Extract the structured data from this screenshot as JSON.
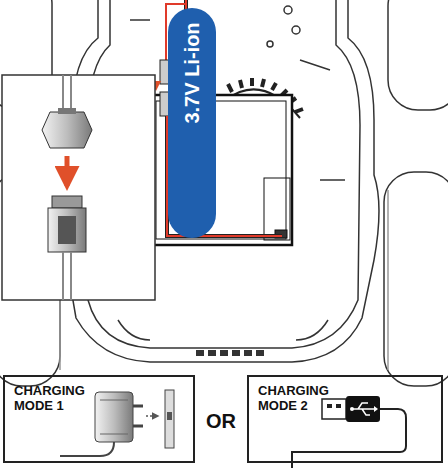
{
  "diagram": {
    "nodes": [
      {
        "text": [
          "3.7V Li-ion"
        ]
      },
      {
        "text": [
          "CHARGING MODE 1"
        ]
      },
      {
        "text": [
          "CHARGING MODE 2"
        ]
      }
    ],
    "labels": [
      "OR"
    ]
  }
}
